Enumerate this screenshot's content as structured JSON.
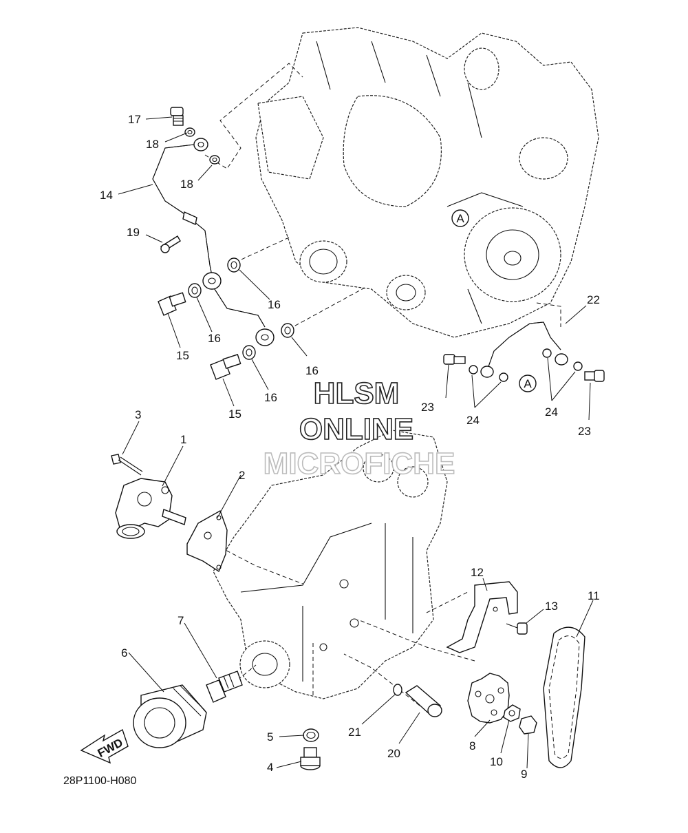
{
  "labels": {
    "l1": "1",
    "l2": "2",
    "l3": "3",
    "l4": "4",
    "l5": "5",
    "l6": "6",
    "l7": "7",
    "l8": "8",
    "l9": "9",
    "l10": "10",
    "l11": "11",
    "l12": "12",
    "l13": "13",
    "l14": "14",
    "l15a": "15",
    "l15b": "15",
    "l16a": "16",
    "l16b": "16",
    "l16c": "16",
    "l16d": "16",
    "l17": "17",
    "l18a": "18",
    "l18b": "18",
    "l19": "19",
    "l20": "20",
    "l21": "21",
    "l22": "22",
    "l23a": "23",
    "l23b": "23",
    "l24a": "24",
    "l24b": "24"
  },
  "reference_marks": {
    "a1": "A",
    "a2": "A"
  },
  "fwd_arrow": "FWD",
  "diagram_code": "28P1100-H080",
  "watermark": {
    "line1": "HLSM",
    "line2": "ONLINE",
    "line3": "MICROFICHE"
  }
}
